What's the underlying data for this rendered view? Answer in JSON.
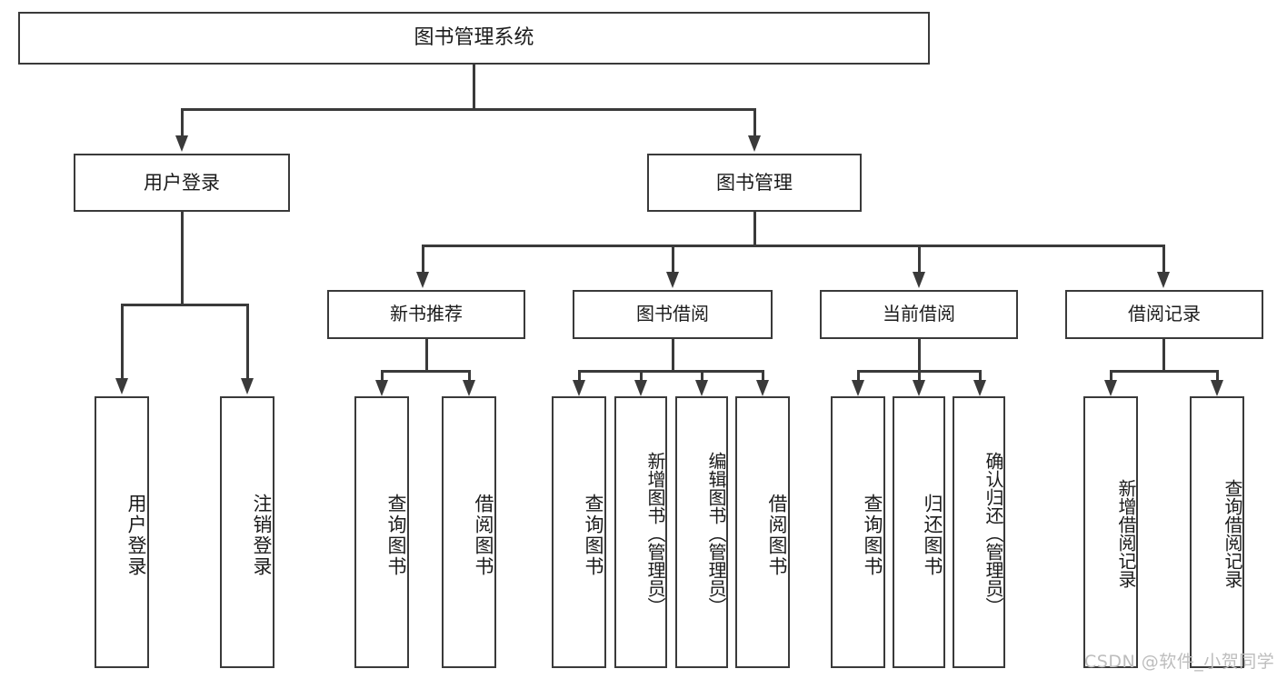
{
  "diagram": {
    "title": "图书管理系统",
    "root": {
      "label": "图书管理系统"
    },
    "level1": [
      {
        "label": "用户登录"
      },
      {
        "label": "图书管理"
      }
    ],
    "level2": [
      {
        "label": "新书推荐"
      },
      {
        "label": "图书借阅"
      },
      {
        "label": "当前借阅"
      },
      {
        "label": "借阅记录"
      }
    ],
    "leaves": {
      "user_login": [
        {
          "label": "用户登录"
        },
        {
          "label": "注销登录"
        }
      ],
      "new_book_recommend": [
        {
          "label": "查询图书"
        },
        {
          "label": "借阅图书"
        }
      ],
      "book_borrow": [
        {
          "label": "查询图书"
        },
        {
          "label": "新增图书（管理员）"
        },
        {
          "label": "编辑图书（管理员）"
        },
        {
          "label": "借阅图书"
        }
      ],
      "current_borrow": [
        {
          "label": "查询图书"
        },
        {
          "label": "归还图书"
        },
        {
          "label": "确认归还（管理员）"
        }
      ],
      "borrow_record": [
        {
          "label": "新增借阅记录"
        },
        {
          "label": "查询借阅记录"
        }
      ]
    }
  },
  "watermark": {
    "text": "CSDN @软件_小贺同学"
  },
  "colors": {
    "stroke": "#3a3a3a",
    "text": "#1b1b1b",
    "background": "#ffffff",
    "watermark": "#bdbdbd"
  }
}
